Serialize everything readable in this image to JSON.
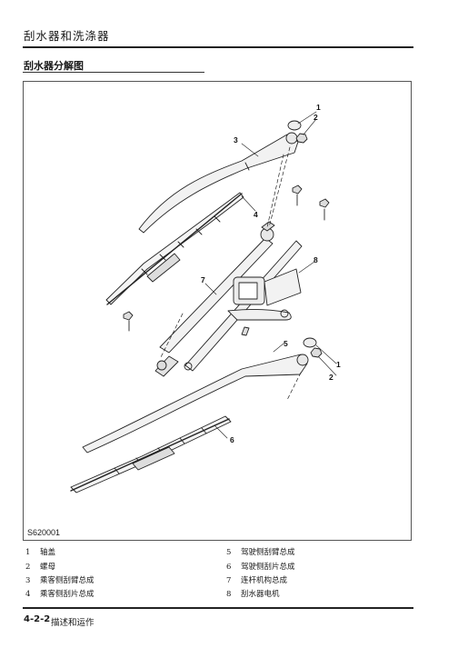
{
  "header": {
    "title": "刮水器和洗涤器"
  },
  "section": {
    "title": "刮水器分解图"
  },
  "figure": {
    "code": "S620001",
    "callouts": [
      "1",
      "2",
      "3",
      "4",
      "5",
      "6",
      "7",
      "8",
      "1",
      "2"
    ]
  },
  "legend": [
    {
      "num": "1",
      "text": "轴盖"
    },
    {
      "num": "2",
      "text": "螺母"
    },
    {
      "num": "3",
      "text": "乘客侧刮臂总成"
    },
    {
      "num": "4",
      "text": "乘客侧刮片总成"
    },
    {
      "num": "5",
      "text": "驾驶侧刮臂总成"
    },
    {
      "num": "6",
      "text": "驾驶侧刮片总成"
    },
    {
      "num": "7",
      "text": "连杆机构总成"
    },
    {
      "num": "8",
      "text": "刮水器电机"
    }
  ],
  "footer": {
    "page": "4-2-2",
    "text": "描述和运作"
  }
}
